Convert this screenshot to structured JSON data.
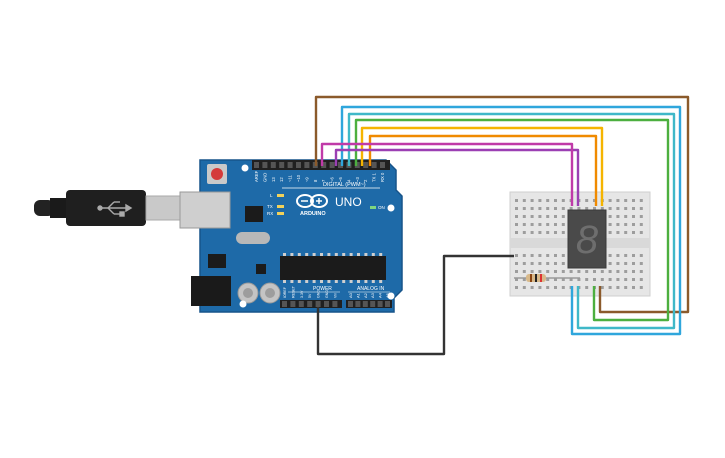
{
  "board": {
    "uno_label": "UNO",
    "arduino_label": "ARDUINO",
    "digital_label": "DIGITAL (PWM~)",
    "power_label": "POWER",
    "analog_label": "ANALOG IN",
    "on_label": "ON",
    "l_label": "L",
    "tx_label": "TX",
    "rx_label": "RX",
    "top_pin_labels": [
      "AREF",
      "GND",
      "13",
      "12",
      "~11",
      "~10",
      "~9",
      "8",
      "7",
      "~6",
      "~5",
      "4",
      "~3",
      "2",
      "TX 1",
      "RX 0"
    ],
    "power_pin_labels": [
      "IOREF",
      "RESET",
      "3.3V",
      "5V",
      "GND",
      "GND",
      "Vin"
    ],
    "analog_pin_labels": [
      "A0",
      "A1",
      "A2",
      "A3",
      "A4",
      "A5"
    ]
  },
  "seven_segment": {
    "digit": "8"
  },
  "wire_colors": {
    "brown": "#8b5a2b",
    "blue": "#2fa6dc",
    "teal": "#3fb8c8",
    "green": "#4caf3f",
    "yellow": "#f5b400",
    "orange": "#f08a00",
    "purple": "#9b3fb3",
    "magenta": "#c03aa8",
    "black": "#333333"
  },
  "colors": {
    "board": "#1e6aa8",
    "breadboard": "#e6e6e6"
  }
}
